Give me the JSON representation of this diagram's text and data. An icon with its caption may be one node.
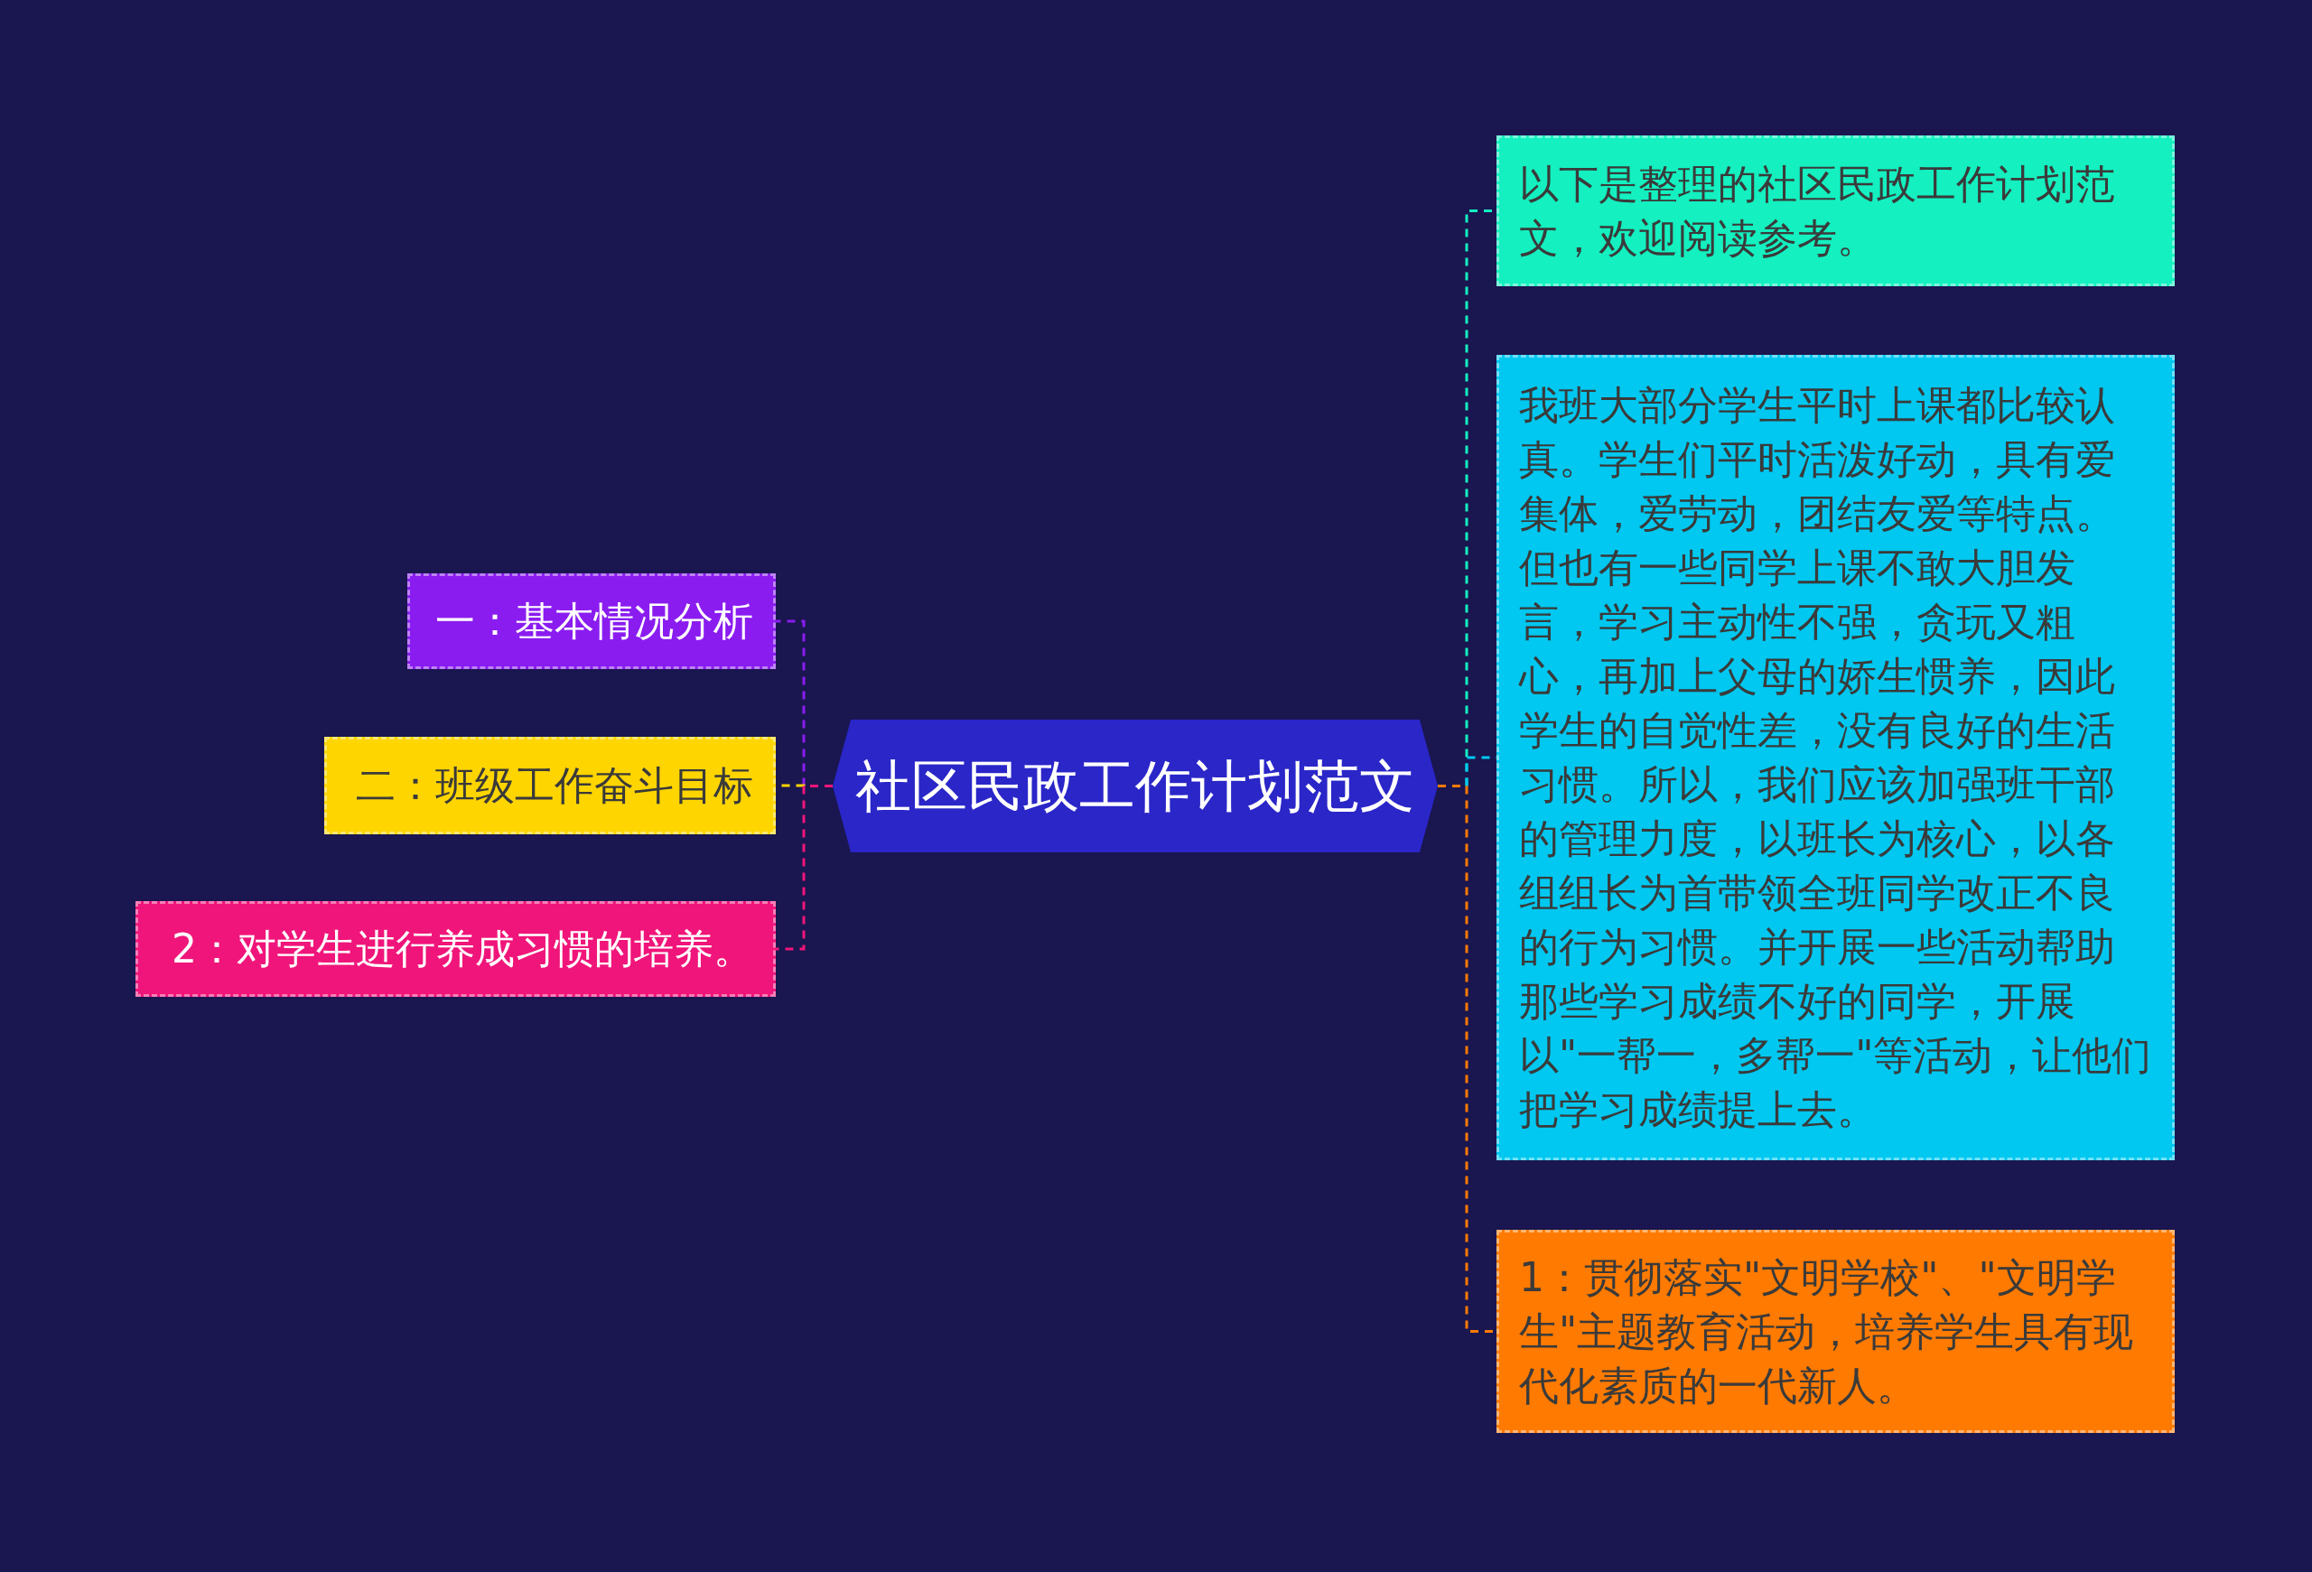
{
  "diagram": {
    "nodes": [
      {
        "text": [
          "社区民政工作计划范文"
        ]
      },
      {
        "text": [
          "一：基本情况分析"
        ]
      },
      {
        "text": [
          "二：班级工作奋斗目标"
        ]
      },
      {
        "text": [
          "2：对学生进行养成习惯的培养。"
        ]
      },
      {
        "text": [
          "以下是整理的社区民政工作计划范文，欢迎阅读参考。"
        ]
      },
      {
        "text": [
          "我班大部分学生平时上课都比较认真。学生们平时活泼好动，具有爱集体，爱劳动，团结友爱等特点。但也有一些同学上课不敢大胆发言，学习主动性不强，贪玩又粗心，再加上父母的娇生惯养，因此学生的自觉性差，没有良好的生活习惯。所以，我们应该加强班干部的管理力度，以班长为核心，以各组组长为首带领全班同学改正不良的行为习惯。并开展一些活动帮助那些学习成绩不好的同学，开展以\"一帮一，多帮一\"等活动，让他们把学习成绩提上去。"
        ]
      },
      {
        "text": [
          "1：贯彻落实\"文明学校\"、\"文明学生\"主题教育活动，培养学生具有现代化素质的一代新人。"
        ]
      }
    ],
    "edges": [
      {
        "from": 0,
        "to": 1,
        "arrow": "none",
        "color": "#8a1cf0"
      },
      {
        "from": 0,
        "to": 2,
        "arrow": "none",
        "color": "#ffd500"
      },
      {
        "from": 0,
        "to": 3,
        "arrow": "none",
        "color": "#f0157a"
      },
      {
        "from": 0,
        "to": 4,
        "arrow": "none",
        "color": "#14f0c0"
      },
      {
        "from": 0,
        "to": 5,
        "arrow": "none",
        "color": "#00c8f0"
      },
      {
        "from": 0,
        "to": 6,
        "arrow": "none",
        "color": "#ff7a00"
      }
    ]
  }
}
